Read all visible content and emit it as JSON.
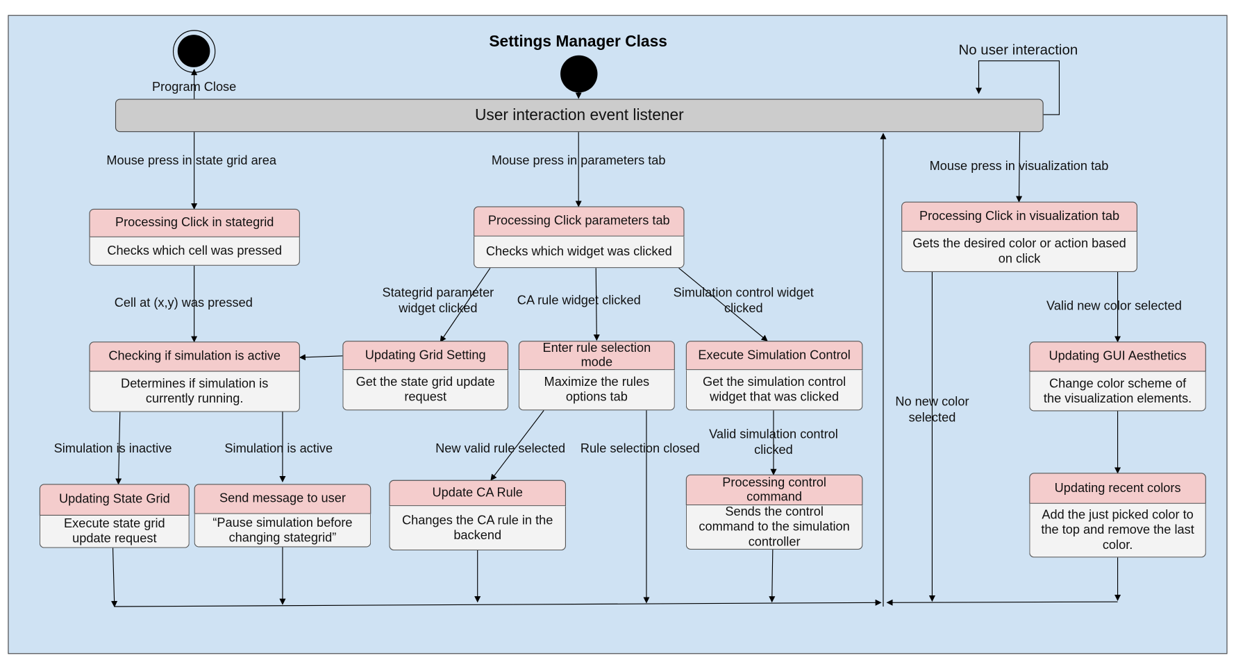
{
  "title": "Settings Manager Class",
  "program_close": "Program Close",
  "listener": "User interaction event listener",
  "no_user_interaction": "No user interaction",
  "transitions": {
    "mouse_state_grid": "Mouse press in state grid area",
    "mouse_parameters": "Mouse press in parameters tab",
    "mouse_visualization": "Mouse press in visualization tab",
    "cell_pressed": "Cell at (x,y) was pressed",
    "stategrid_param_l1": "Stategrid parameter",
    "stategrid_param_l2": "widget clicked",
    "ca_rule_widget": "CA rule widget clicked",
    "sim_control_widget_l1": "Simulation control widget",
    "sim_control_widget_l2": "clicked",
    "valid_new_color": "Valid new color selected",
    "no_new_color_l1": "No new color",
    "no_new_color_l2": "selected",
    "sim_inactive": "Simulation is inactive",
    "sim_active": "Simulation is active",
    "new_valid_rule": "New valid rule selected",
    "rule_closed": "Rule selection closed",
    "valid_sim_control_l1": "Valid simulation control",
    "valid_sim_control_l2": "clicked"
  },
  "states": {
    "processing_stategrid": {
      "title": "Processing Click in stategrid",
      "body": "Checks which cell was pressed"
    },
    "processing_parameters": {
      "title": "Processing Click parameters tab",
      "body": "Checks which widget was clicked"
    },
    "processing_visualization": {
      "title": "Processing Click in visualization tab",
      "body_l1": "Gets the desired color or action based",
      "body_l2": "on click"
    },
    "checking_sim_active": {
      "title": "Checking if simulation is active",
      "body_l1": "Determines if simulation is",
      "body_l2": "currently running."
    },
    "updating_grid_setting": {
      "title": "Updating Grid Setting",
      "body_l1": "Get the state grid update",
      "body_l2": "request"
    },
    "enter_rule_selection": {
      "title_l1": "Enter rule selection",
      "title_l2": "mode",
      "body_l1": "Maximize the rules",
      "body_l2": "options tab"
    },
    "execute_sim_control": {
      "title": "Execute Simulation Control",
      "body_l1": "Get the simulation control",
      "body_l2": "widget that was clicked"
    },
    "updating_gui": {
      "title": "Updating GUI Aesthetics",
      "body_l1": "Change color scheme of",
      "body_l2": "the visualization elements."
    },
    "updating_state_grid": {
      "title": "Updating State Grid",
      "body_l1": "Execute state grid",
      "body_l2": "update request"
    },
    "send_message": {
      "title": "Send message to user",
      "body_l1": "“Pause simulation before",
      "body_l2": "changing stategrid”"
    },
    "update_ca_rule": {
      "title": "Update CA Rule",
      "body_l1": "Changes the CA rule in the",
      "body_l2": "backend"
    },
    "processing_control_cmd": {
      "title_l1": "Processing control",
      "title_l2": "command",
      "body_l1": "Sends the control",
      "body_l2": "command to the simulation",
      "body_l3": "controller"
    },
    "updating_recent_colors": {
      "title": "Updating recent colors",
      "body_l1": "Add the just picked color to",
      "body_l2": "the top and remove the last",
      "body_l3": "color."
    }
  }
}
